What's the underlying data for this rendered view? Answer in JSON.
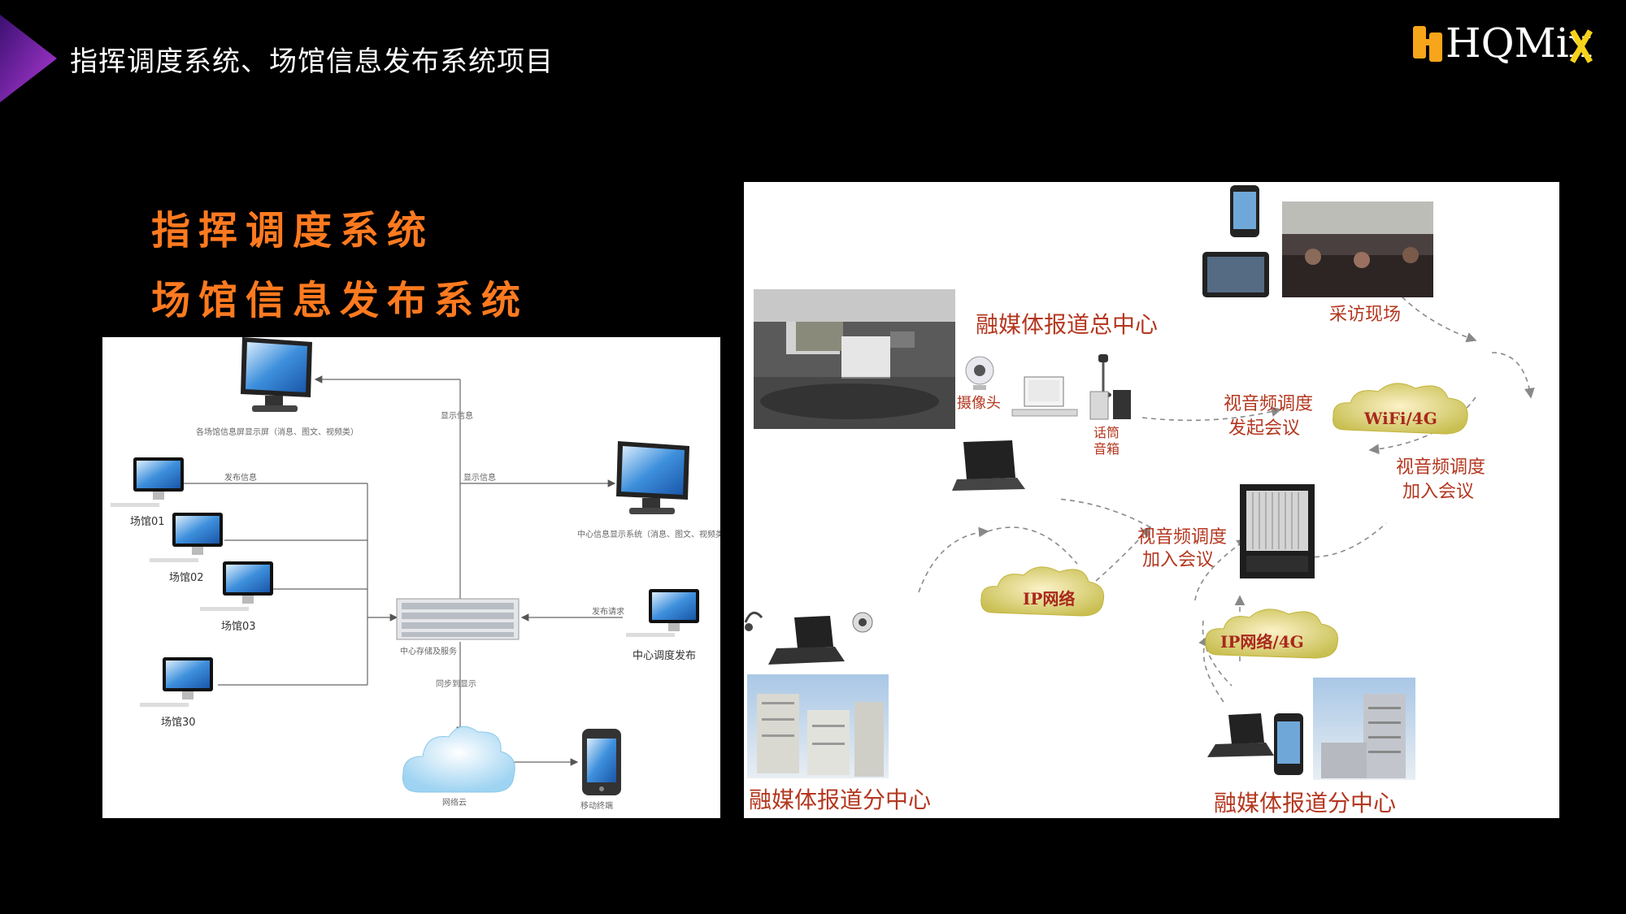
{
  "header": {
    "title": "指挥调度系统、场馆信息发布系统项目",
    "logo_text": "HQMix"
  },
  "headings": [
    "指挥调度系统",
    "场馆信息发布系统"
  ],
  "left_diagram": {
    "top_monitor_label": "各场馆信息屏显示屏（消息、图文、视频类）",
    "edge_display_info": "显示信息",
    "edge_display_info2": "显示信息",
    "edge_publish": "发布信息",
    "edge_publish_req": "发布请求",
    "edge_sync": "同步到显示",
    "venues": [
      "场馆01",
      "场馆02",
      "场馆03",
      "场馆30"
    ],
    "center_display_label": "中心信息显示系统（消息、图文、视频类）",
    "server_label": "中心存储及服务",
    "dispatch_label": "中心调度发布",
    "cloud_label": "网络云",
    "mobile_label": "移动终端"
  },
  "right_diagram": {
    "hq_label": "融媒体报道总中心",
    "camera_label": "摄像头",
    "mic_label": "话筒",
    "speaker_label": "音箱",
    "interview_label": "采访现场",
    "initiate_meeting": [
      "视音频调度",
      "发起会议"
    ],
    "join_meeting_right": [
      "视音频调度",
      "加入会议"
    ],
    "join_meeting_left": [
      "视音频调度",
      "加入会议"
    ],
    "cloud_wifi": "WiFi/4G",
    "cloud_ip": "IP网络",
    "cloud_ip4g": "IP网络/4G",
    "branch_left": "融媒体报道分中心",
    "branch_right": "融媒体报道分中心"
  }
}
